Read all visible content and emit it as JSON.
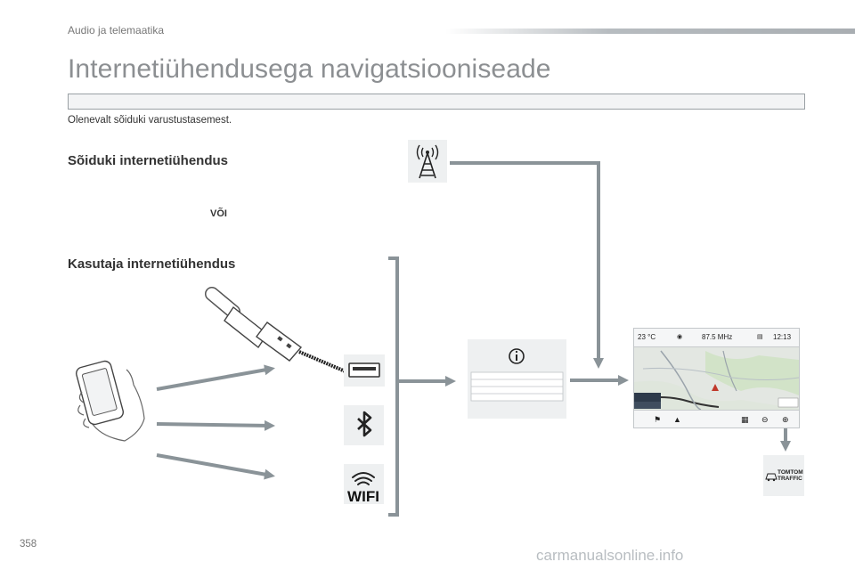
{
  "header": {
    "section": "Audio ja telemaatika"
  },
  "page": {
    "title": "Internetiühendusega navigatsiooniseade",
    "subtitle": "Olenevalt sõiduki varustustasemest.",
    "number": "358"
  },
  "sections": {
    "vehicle": "Sõiduki internetiühendus",
    "or": "VÕI",
    "user": "Kasutaja internetiühendus"
  },
  "icons": {
    "tower": "antenna-tower-icon",
    "phone": "smartphone-hand-icon",
    "usb_cable": "usb-cable-icon",
    "usb_port": "usb-port-icon",
    "bluetooth": "bluetooth-icon",
    "wifi": "wifi-icon",
    "info": "info-icon"
  },
  "wifi_label": "WIFI",
  "screen": {
    "temp": "23 °C",
    "freq": "87.5 MHz",
    "time": "12:13"
  },
  "tomtom": {
    "line1": "TOMTOM",
    "line2": "TRAFFIC"
  },
  "watermark": "carmanualsonline.info",
  "colors": {
    "arrow": "#8a9398",
    "tile": "#eef0f1",
    "title": "#8c8f92"
  }
}
